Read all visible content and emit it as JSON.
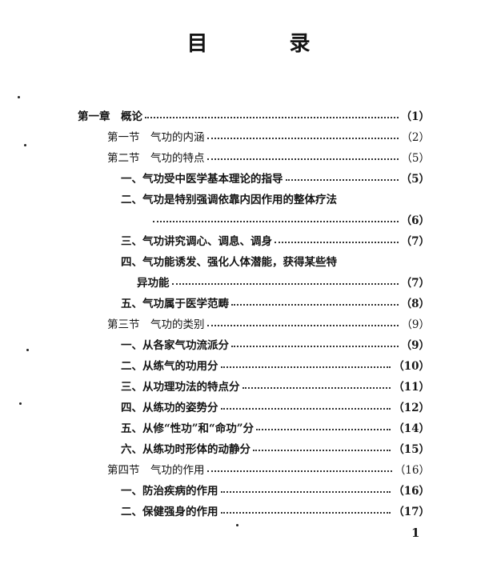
{
  "title": "目　录",
  "entries": [
    {
      "label": "第一章　概论",
      "page": "（1）"
    },
    {
      "label": "第一节　气功的内涵",
      "page": "（2）"
    },
    {
      "label": "第二节　气功的特点",
      "page": "（5）"
    },
    {
      "label": "一、气功受中医学基本理论的指导",
      "page": "（5）"
    },
    {
      "label": "二、气功是特别强调依靠内因作用的整体疗法",
      "page": ""
    },
    {
      "label": "",
      "page": "（6）"
    },
    {
      "label": "三、气功讲究调心、调息、调身",
      "page": "（7）"
    },
    {
      "label": "四、气功能诱发、强化人体潜能，获得某些特",
      "page": ""
    },
    {
      "label": "异功能",
      "page": "（7）"
    },
    {
      "label": "五、气功属于医学范畴",
      "page": "（8）"
    },
    {
      "label": "第三节　气功的类别",
      "page": "（9）"
    },
    {
      "label": "一、从各家气功流派分",
      "page": "（9）"
    },
    {
      "label": "二、从练气的功用分",
      "page": "（10）"
    },
    {
      "label": "三、从功理功法的特点分",
      "page": "（11）"
    },
    {
      "label": "四、从练功的姿势分",
      "page": "（12）"
    },
    {
      "label": "五、从修“性功”和“命功”分",
      "page": "（14）"
    },
    {
      "label": "六、从练功时形体的动静分",
      "page": "（15）"
    },
    {
      "label": "第四节　气功的作用",
      "page": "（16）"
    },
    {
      "label": "一、防治疾病的作用",
      "page": "（16）"
    },
    {
      "label": "二、保健强身的作用",
      "page": "（17）"
    }
  ],
  "page_number": "1"
}
